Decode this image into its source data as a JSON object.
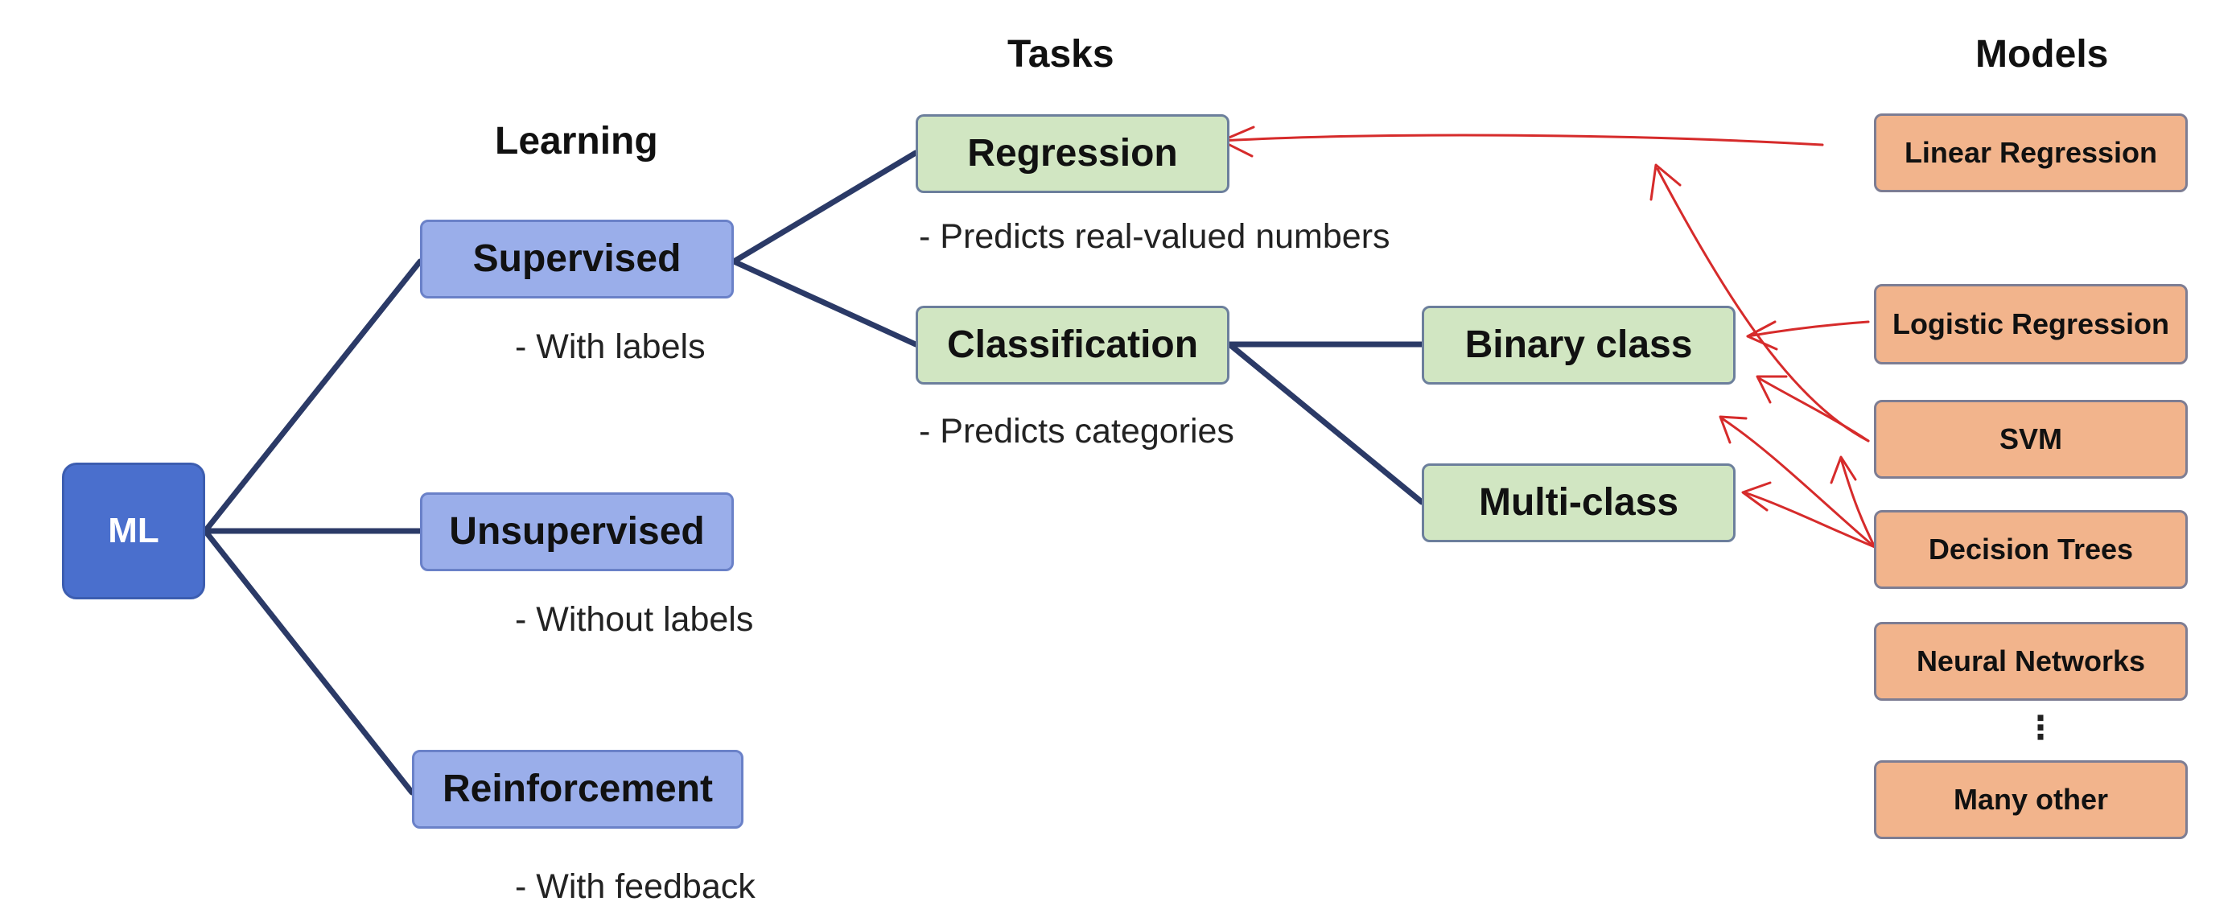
{
  "headings": {
    "tasks": "Tasks",
    "models": "Models",
    "learning": "Learning"
  },
  "root": {
    "label": "ML"
  },
  "learning": {
    "supervised": {
      "label": "Supervised",
      "note": "- With labels"
    },
    "unsupervised": {
      "label": "Unsupervised",
      "note": "- Without labels"
    },
    "reinforcement": {
      "label": "Reinforcement",
      "note": "- With feedback"
    }
  },
  "tasks": {
    "regression": {
      "label": "Regression",
      "note": "- Predicts real-valued numbers"
    },
    "classification": {
      "label": "Classification",
      "note": "- Predicts categories"
    },
    "binary": {
      "label": "Binary class"
    },
    "multiclass": {
      "label": "Multi-class"
    }
  },
  "models": {
    "linear_regression": "Linear Regression",
    "logistic_regression": "Logistic Regression",
    "svm": "SVM",
    "decision_trees": "Decision Trees",
    "neural_networks": "Neural Networks",
    "ellipsis": "⋮",
    "many_other": "Many other"
  },
  "colors": {
    "root": "#4a6fcd",
    "learning_box": "#9aaeea",
    "task_box": "#d1e6c2",
    "model_box": "#f2b48c",
    "connector": "#2b3a67",
    "annotation_arrow": "#d62b2b"
  }
}
